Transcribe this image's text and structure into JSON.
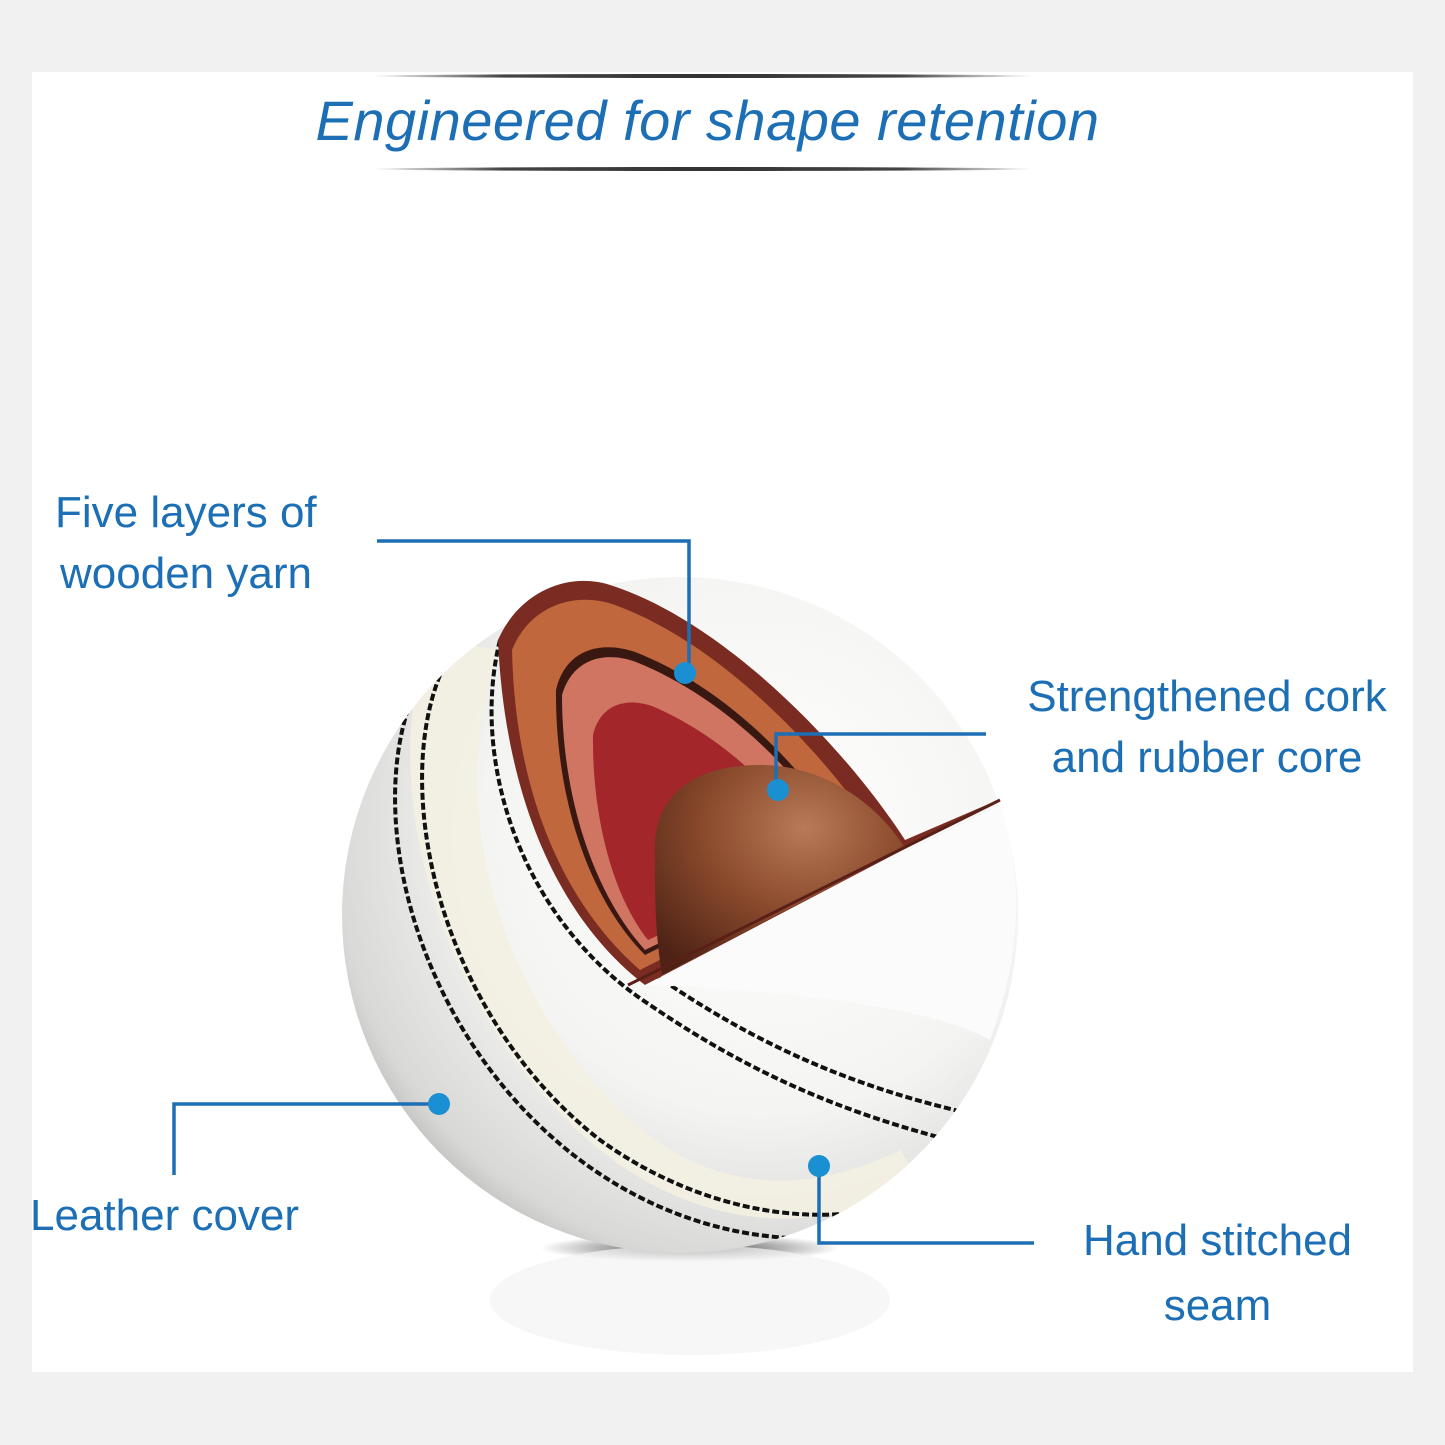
{
  "title": "Engineered for shape retention",
  "colors": {
    "accent": "#1c6fb5",
    "callout_dot": "#1a8fd1",
    "background": "#f1f1f1",
    "card": "#ffffff"
  },
  "callouts": [
    {
      "id": "yarn",
      "lines": [
        "Five layers of",
        "wooden yarn"
      ]
    },
    {
      "id": "core",
      "lines": [
        "Strengthened cork",
        "and rubber core"
      ]
    },
    {
      "id": "leather",
      "lines": [
        "Leather cover"
      ]
    },
    {
      "id": "seam",
      "lines": [
        "Hand stitched",
        "seam"
      ]
    }
  ],
  "illustration": {
    "subject": "cricket-ball-cutaway-icon"
  }
}
